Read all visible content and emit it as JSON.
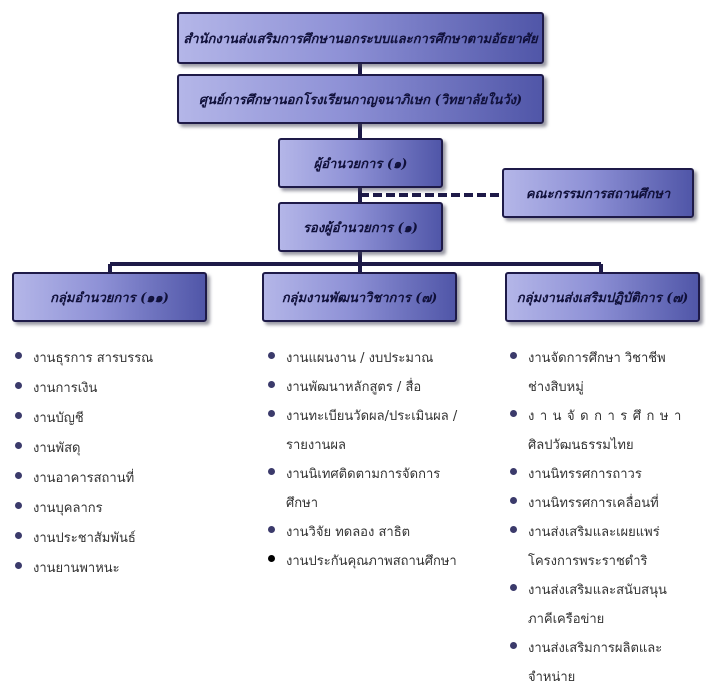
{
  "org_chart": {
    "office": "สำนักงานส่งเสริมการศึกษานอกระบบและการศึกษาตามอัธยาศัย",
    "center": "ศูนย์การศึกษานอกโรงเรียนกาญจนาภิเษก (วิทยาลัยในวัง)",
    "director": "ผู้อำนวยการ (๑)",
    "deputy": "รองผู้อำนวยการ (๑)",
    "committee": "คณะกรรมการสถานศึกษา",
    "groups": [
      {
        "title": "กลุ่มอำนวยการ (๑๑)",
        "items": [
          {
            "lines": [
              "งานธุรการ  สารบรรณ"
            ]
          },
          {
            "lines": [
              "งานการเงิน"
            ]
          },
          {
            "lines": [
              "งานบัญชี"
            ]
          },
          {
            "lines": [
              "งานพัสดุ"
            ]
          },
          {
            "lines": [
              "งานอาคารสถานที่"
            ]
          },
          {
            "lines": [
              "งานบุคลากร"
            ]
          },
          {
            "lines": [
              "งานประชาสัมพันธ์"
            ]
          },
          {
            "lines": [
              "งานยานพาหนะ"
            ]
          }
        ]
      },
      {
        "title": "กลุ่มงานพัฒนาวิชาการ (๗)",
        "items": [
          {
            "lines": [
              "งานแผนงาน / งบประมาณ"
            ]
          },
          {
            "lines": [
              "งานพัฒนาหลักสูตร / สื่อ"
            ]
          },
          {
            "lines": [
              "งานทะเบียนวัดผล/ประเมินผล /",
              "รายงานผล"
            ]
          },
          {
            "lines": [
              "งานนิเทศติดตามการจัดการ",
              "ศึกษา"
            ]
          },
          {
            "lines": [
              "งานวิจัย  ทดลอง  สาธิต"
            ]
          },
          {
            "lines": [
              "งานประกันคุณภาพสถานศึกษา"
            ]
          }
        ]
      },
      {
        "title": "กลุ่มงานส่งเสริมปฏิบัติการ (๗)",
        "items": [
          {
            "lines": [
              "งานจัดการศึกษา วิชาชีพ",
              "ช่างสิบหมู่"
            ]
          },
          {
            "lines": [
              "งานจัดการศึกษา",
              "ศิลปวัฒนธรรมไทย"
            ]
          },
          {
            "lines": [
              "งานนิทรรศการถาวร"
            ]
          },
          {
            "lines": [
              "งานนิทรรศการเคลื่อนที่"
            ]
          },
          {
            "lines": [
              "งานส่งเสริมและเผยแพร่",
              "โครงการพระราชดำริ"
            ]
          },
          {
            "lines": [
              "งานส่งเสริมและสนับสนุน",
              "ภาคีเครือข่าย"
            ]
          },
          {
            "lines": [
              "งานส่งเสริมการผลิตและ",
              "จำหน่าย"
            ]
          }
        ]
      }
    ]
  }
}
